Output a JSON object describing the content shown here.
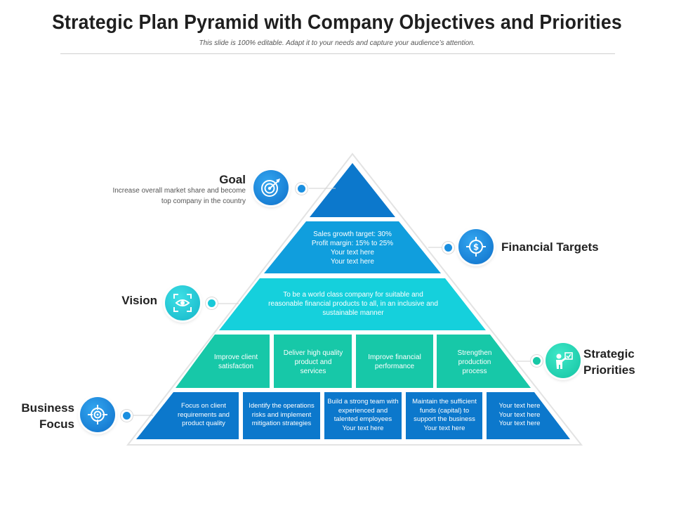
{
  "header": {
    "title": "Strategic Plan Pyramid with Company Objectives and Priorities",
    "subtitle": "This slide is 100% editable. Adapt it to your needs and capture your audience’s attention."
  },
  "colors": {
    "top": "#0c78cc",
    "tier2": "#109edd",
    "tier3": "#15d0dc",
    "tier4": "#17c8a8",
    "base": "#0c78cc"
  },
  "pyramid": {
    "tier2_text": "Sales growth target: 30%\nProfit margin: 15% to 25%\nYour text here\nYour text here",
    "tier3_text": "To be a world class company for suitable and reasonable financial products to all, in an inclusive and sustainable manner",
    "tier4_cells": [
      "Improve client satisfaction",
      "Deliver high quality product and services",
      "Improve financial performance",
      "Strengthen production process"
    ],
    "base_cells": [
      "Focus on client requirements and product quality",
      "Identify the operations risks and implement mitigation strategies",
      "Build a strong team with experienced and talented employees\nYour text here",
      "Maintain the sufficient funds (capital) to support the business\nYour text here",
      "Your text here\nYour text here\nYour text here"
    ]
  },
  "labels": {
    "goal": {
      "title": "Goal",
      "desc": "Increase overall market share and become top company in the country",
      "icon": "target-arrow-icon"
    },
    "financial": {
      "title": "Financial Targets",
      "icon": "dollar-target-icon"
    },
    "vision": {
      "title": "Vision",
      "icon": "eye-icon"
    },
    "strategic": {
      "title": "Strategic Priorities",
      "icon": "presenter-check-icon"
    },
    "business": {
      "title": "Business Focus",
      "icon": "crosshair-icon"
    }
  }
}
